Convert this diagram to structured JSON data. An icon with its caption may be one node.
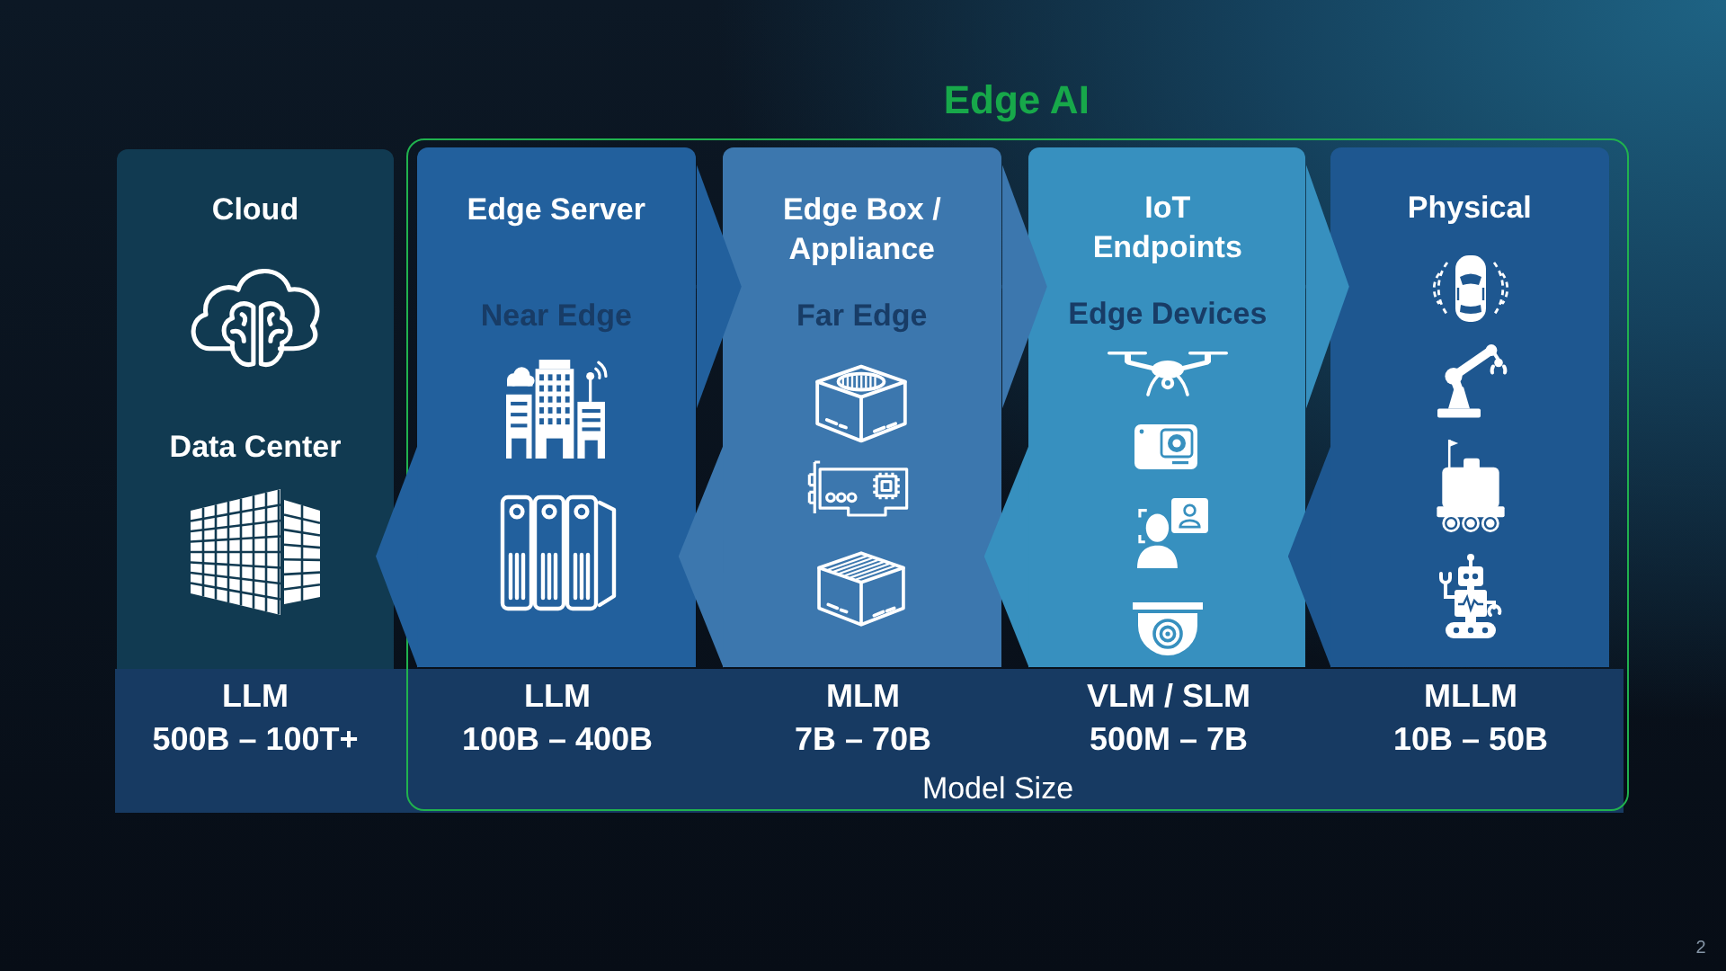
{
  "diagram": {
    "nodes": [
      {
        "text": [
          "Edge AI"
        ]
      },
      {
        "text": [
          "Cloud",
          "Data Center"
        ]
      },
      {
        "text": [
          "Edge Server",
          "Near Edge"
        ],
        "in": 0
      },
      {
        "text": [
          "Edge Box / Appliance",
          "Far Edge"
        ],
        "in": 0
      },
      {
        "text": [
          "IoT Endpoints",
          "Edge Devices"
        ],
        "in": 0
      },
      {
        "text": [
          "Physical"
        ],
        "in": 0
      },
      {
        "text": [
          "LLM",
          "500B – 100T+",
          "LLM",
          "100B – 400B",
          "MLM",
          "7B – 70B",
          "VLM / SLM",
          "500M – 7B",
          "MLLM",
          "10B – 50B",
          "Model Size"
        ]
      }
    ],
    "edges": [
      {
        "from": 2,
        "to": 3,
        "arrow": "to",
        "color": "#22609d"
      },
      {
        "from": 3,
        "to": 4,
        "arrow": "to",
        "color": "#3c77ae"
      },
      {
        "from": 4,
        "to": 5,
        "arrow": "to",
        "color": "#3790bf"
      },
      {
        "from": 5,
        "to": 4,
        "arrow": "to",
        "color": "#1e5790"
      },
      {
        "from": 4,
        "to": 3,
        "arrow": "to",
        "color": "#3790bf"
      },
      {
        "from": 3,
        "to": 2,
        "arrow": "to",
        "color": "#3c77ae"
      },
      {
        "from": 2,
        "to": 1,
        "arrow": "to",
        "color": "#22609d"
      }
    ],
    "labels": [
      "2"
    ]
  }
}
